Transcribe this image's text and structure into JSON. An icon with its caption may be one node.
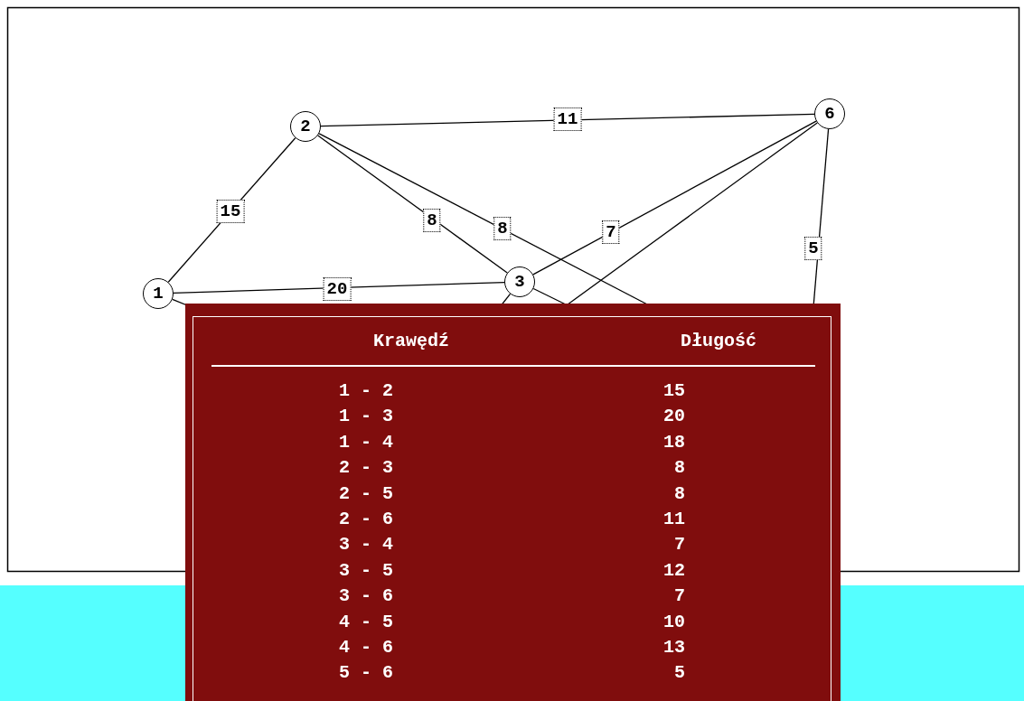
{
  "diagram": {
    "nodes": [
      {
        "text": [
          "1"
        ]
      },
      {
        "text": [
          "2"
        ]
      },
      {
        "text": [
          "3"
        ]
      },
      {
        "text": [
          "6"
        ]
      }
    ],
    "edges": [
      {
        "from": 0,
        "to": 1,
        "arrow": "none",
        "label": "15"
      },
      {
        "from": 0,
        "to": 2,
        "arrow": "none",
        "label": "20"
      },
      {
        "from": 0,
        "to": null,
        "arrow": "none"
      },
      {
        "from": 1,
        "to": 2,
        "arrow": "none",
        "label": "8"
      },
      {
        "from": 1,
        "to": null,
        "arrow": "none",
        "label": "8"
      },
      {
        "from": 1,
        "to": 3,
        "arrow": "none",
        "label": "11"
      },
      {
        "from": 2,
        "to": null,
        "arrow": "none"
      },
      {
        "from": 2,
        "to": null,
        "arrow": "none"
      },
      {
        "from": 2,
        "to": 3,
        "arrow": "none",
        "label": "7"
      },
      {
        "from": 3,
        "to": null,
        "arrow": "none"
      },
      {
        "from": 3,
        "to": null,
        "arrow": "none",
        "label": "5"
      }
    ],
    "labels": [
      "Krawędź",
      "Długość",
      "1 - 2",
      "15",
      "1 - 3",
      "20",
      "1 - 4",
      "18",
      "2 - 3",
      "8",
      "2 - 5",
      "8",
      "2 - 6",
      "11",
      "3 - 4",
      "7",
      "3 - 5",
      "12",
      "3 - 6",
      "7",
      "4 - 5",
      "10",
      "4 - 6",
      "13",
      "5 - 6",
      "5"
    ]
  }
}
